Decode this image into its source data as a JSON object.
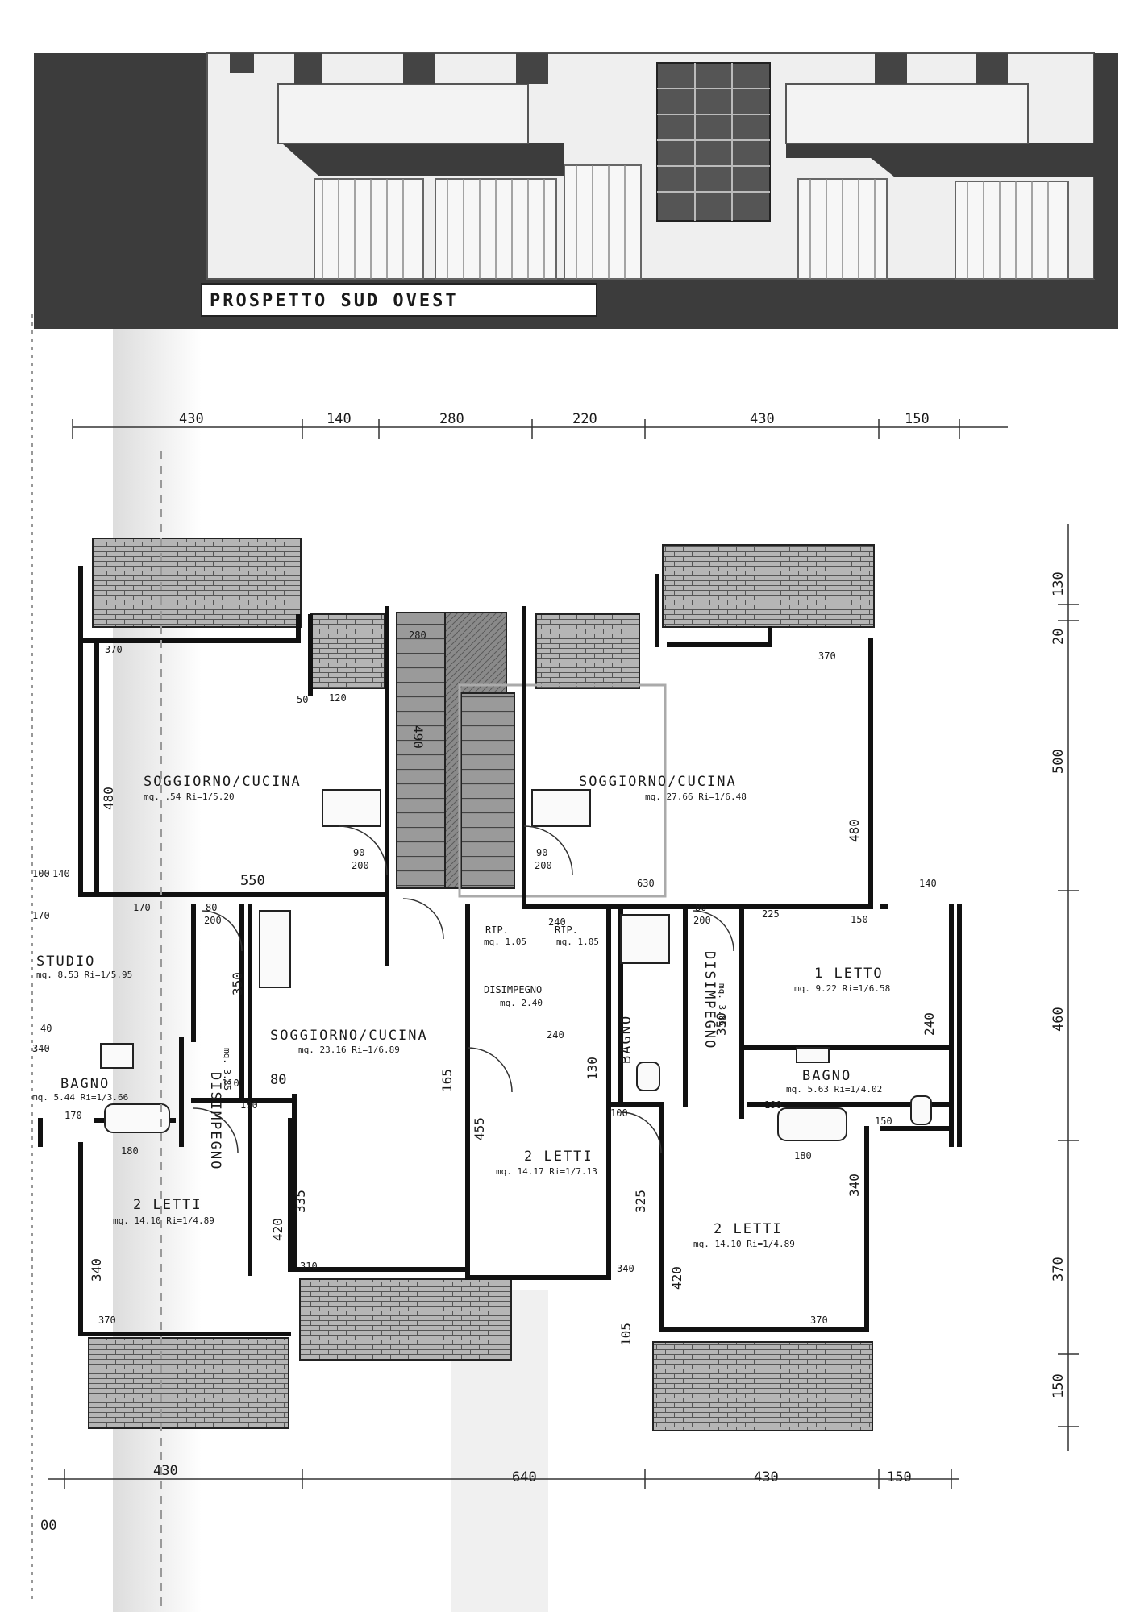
{
  "elevation": {
    "title": "PROSPETTO  SUD  OVEST"
  },
  "top_dims": [
    "430",
    "140",
    "280",
    "220",
    "430",
    "150"
  ],
  "bottom_dims": [
    "430",
    "640",
    "430",
    "150"
  ],
  "bottom_partial": "00",
  "right_dims": [
    "130",
    "20",
    "500",
    "460",
    "370",
    "150"
  ],
  "rooms": {
    "sog_left_title": "SOGGIORNO/CUCINA",
    "sog_left_area": "mq. .54  Ri=1/5.20",
    "sog_right_title": "SOGGIORNO/CUCINA",
    "sog_right_area": "mq. 27.66  Ri=1/6.48",
    "sog_center_title": "SOGGIORNO/CUCINA",
    "sog_center_area": "mq. 23.16  Ri=1/6.89",
    "studio_title": "STUDIO",
    "studio_area": "mq. 8.53  Ri=1/5.95",
    "bagno_left_title": "BAGNO",
    "bagno_left_area": "mq. 5.44  Ri=1/3.66",
    "bagno_right_title": "BAGNO",
    "bagno_right_area": "mq. 5.63  Ri=1/4.02",
    "bagno_center_title": "BAGNO",
    "disimpegno_left": "DISIMPEGNO",
    "disimpegno_left_area": "mq. 3.85",
    "disimpegno_right": "DISIMPEGNO",
    "disimpegno_right_area": "mq. 3.85",
    "disimpegno_center": "DISIMPEGNO",
    "disimpegno_center_area": "mq. 2.40",
    "rip1": "RIP.",
    "rip1_area": "mq. 1.05",
    "rip2": "RIP.",
    "rip2_area": "mq. 1.05",
    "letto1_title": "1 LETTO",
    "letto1_area": "mq. 9.22  Ri=1/6.58",
    "letti_left_title": "2 LETTI",
    "letti_left_area": "mq. 14.10  Ri=1/4.89",
    "letti_center_title": "2 LETTI",
    "letti_center_area": "mq. 14.17  Ri=1/7.13",
    "letti_right_title": "2 LETTI",
    "letti_right_area": "mq. 14.10  Ri=1/4.89"
  },
  "inner_dims": {
    "d370a": "370",
    "d370b": "370",
    "d370c": "370",
    "d370d": "370",
    "d280": "280",
    "d480a": "480",
    "d480b": "480",
    "d490": "490",
    "d550": "550",
    "d170a": "170",
    "d170b": "170",
    "d170c": "170",
    "d100a": "100",
    "d140a": "140",
    "d225": "225",
    "d150a": "150",
    "d630": "630",
    "d240a": "240",
    "d240b": "240",
    "d240c": "240",
    "d350a": "350",
    "d350b": "350",
    "d110a": "110",
    "d80": "80",
    "d190a": "190",
    "d190b": "190",
    "d180a": "180",
    "d180b": "180",
    "d420a": "420",
    "d420b": "420",
    "d335": "335",
    "d340a": "340",
    "d340b": "340",
    "d340c": "340",
    "d310": "310",
    "d455": "455",
    "d325": "325",
    "d130": "130",
    "d100b": "100",
    "d105": "105",
    "d165": "165",
    "d140b": "140",
    "d150b": "150",
    "door1": "90",
    "door1b": "200",
    "door2": "90",
    "door2b": "200",
    "door3": "80",
    "door3b": "200",
    "door4": "80",
    "door4b": "200",
    "d340side": "340",
    "d40": "40",
    "d120": "120",
    "d50": "50"
  }
}
